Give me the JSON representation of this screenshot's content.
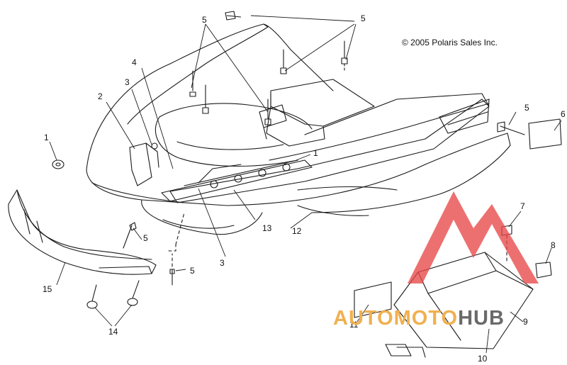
{
  "copyright": "© 2005 Polaris Sales Inc.",
  "watermark": {
    "part1": "AUTOMOTO",
    "part2": "HUB"
  },
  "callouts": {
    "c1a": "1",
    "c1b": "1",
    "c2": "2",
    "c3a": "3",
    "c3b": "3",
    "c4": "4",
    "c5a": "5",
    "c5b": "5",
    "c5c": "5",
    "c5d": "5",
    "c5e": "5",
    "c6": "6",
    "c7": "7",
    "c8": "8",
    "c9": "9",
    "c10": "10",
    "c11": "11",
    "c12": "12",
    "c13": "13",
    "c14": "14",
    "c15": "15"
  },
  "colors": {
    "line": "#1a1a1a",
    "watermark_red": "#e84848",
    "watermark_orange": "#f0b050",
    "watermark_gray": "#6a6a6a"
  }
}
